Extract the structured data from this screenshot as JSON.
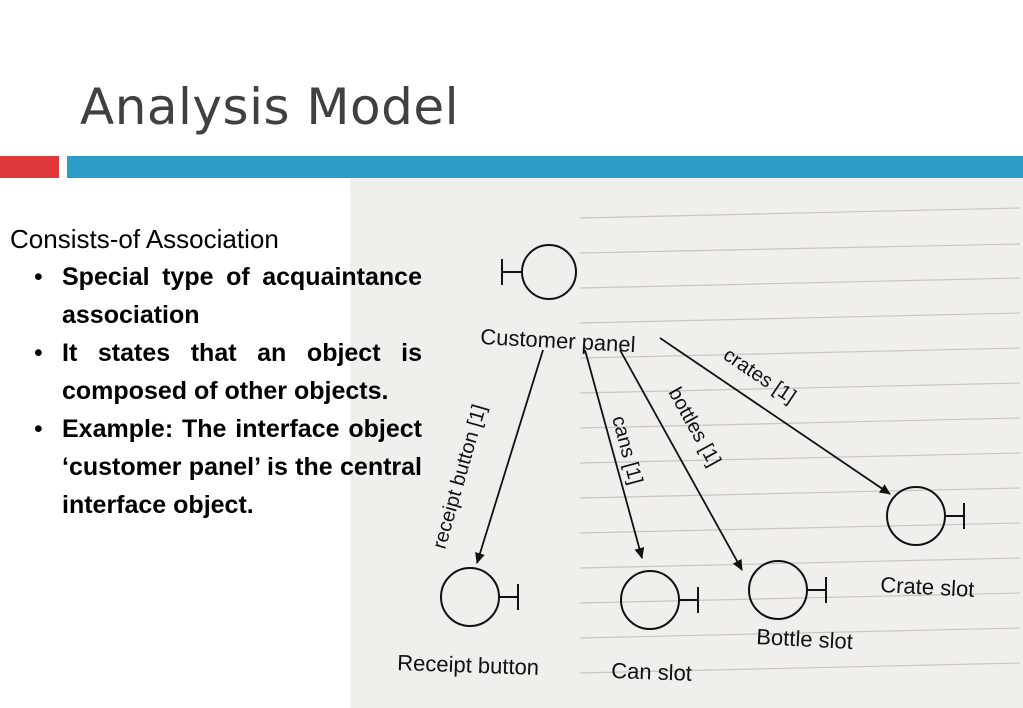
{
  "slide": {
    "title": "Analysis Model",
    "subtitle": "Consists-of Association",
    "bullets": [
      "Special type of acquaintance association",
      "It states that an object is composed of other objects.",
      "Example: The interface object ‘customer panel’ is the central interface object."
    ]
  },
  "diagram": {
    "center": "Customer panel",
    "associations": [
      {
        "label": "receipt button [1]",
        "target": "Receipt button"
      },
      {
        "label": "cans [1]",
        "target": "Can slot"
      },
      {
        "label": "bottles [1]",
        "target": "Bottle slot"
      },
      {
        "label": "crates [1]",
        "target": "Crate slot"
      }
    ]
  },
  "colors": {
    "accent_red": "#e0373a",
    "accent_blue": "#2c9dc6",
    "title": "#404040"
  }
}
